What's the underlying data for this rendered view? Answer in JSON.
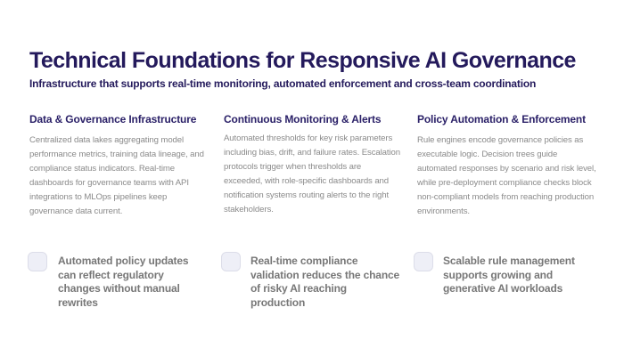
{
  "header": {
    "title": "Technical Foundations for Responsive AI Governance",
    "subtitle": "Infrastructure that supports real-time monitoring, automated enforcement and cross-team coordination"
  },
  "columns": [
    {
      "title": "Data & Governance Infrastructure",
      "description": "Centralized data lakes aggregating model performance metrics, training data lineage, and compliance status indicators. Real-time dashboards for governance teams with API integrations to MLOps pipelines keep governance data current.",
      "benefit": {
        "checked": false,
        "text": "Automated policy updates can reflect regulatory changes without manual rewrites"
      }
    },
    {
      "title": "Continuous Monitoring & Alerts",
      "description": "Automated thresholds for key risk parameters including bias, drift, and failure rates. Escalation protocols trigger when thresholds are exceeded, with role-specific dashboards and notification systems routing alerts to the right stakeholders.",
      "benefit": {
        "checked": false,
        "text": "Real-time compliance validation reduces the chance of risky AI reaching production"
      }
    },
    {
      "title": "Policy Automation & Enforcement",
      "description": "Rule engines encode governance policies as executable logic. Decision trees guide automated responses by scenario and risk level, while pre-deployment compliance checks block non-compliant models from reaching production environments.",
      "benefit": {
        "checked": false,
        "text": "Scalable rule management supports growing and generative AI workloads"
      }
    }
  ],
  "colors": {
    "heading": "#241a5c",
    "column_title": "#2b2168",
    "body_text": "#8a8a8a",
    "benefit_text": "#777777",
    "checkbox_fill": "#eeeff7",
    "checkbox_border": "#dcdde9",
    "background": "#ffffff"
  }
}
